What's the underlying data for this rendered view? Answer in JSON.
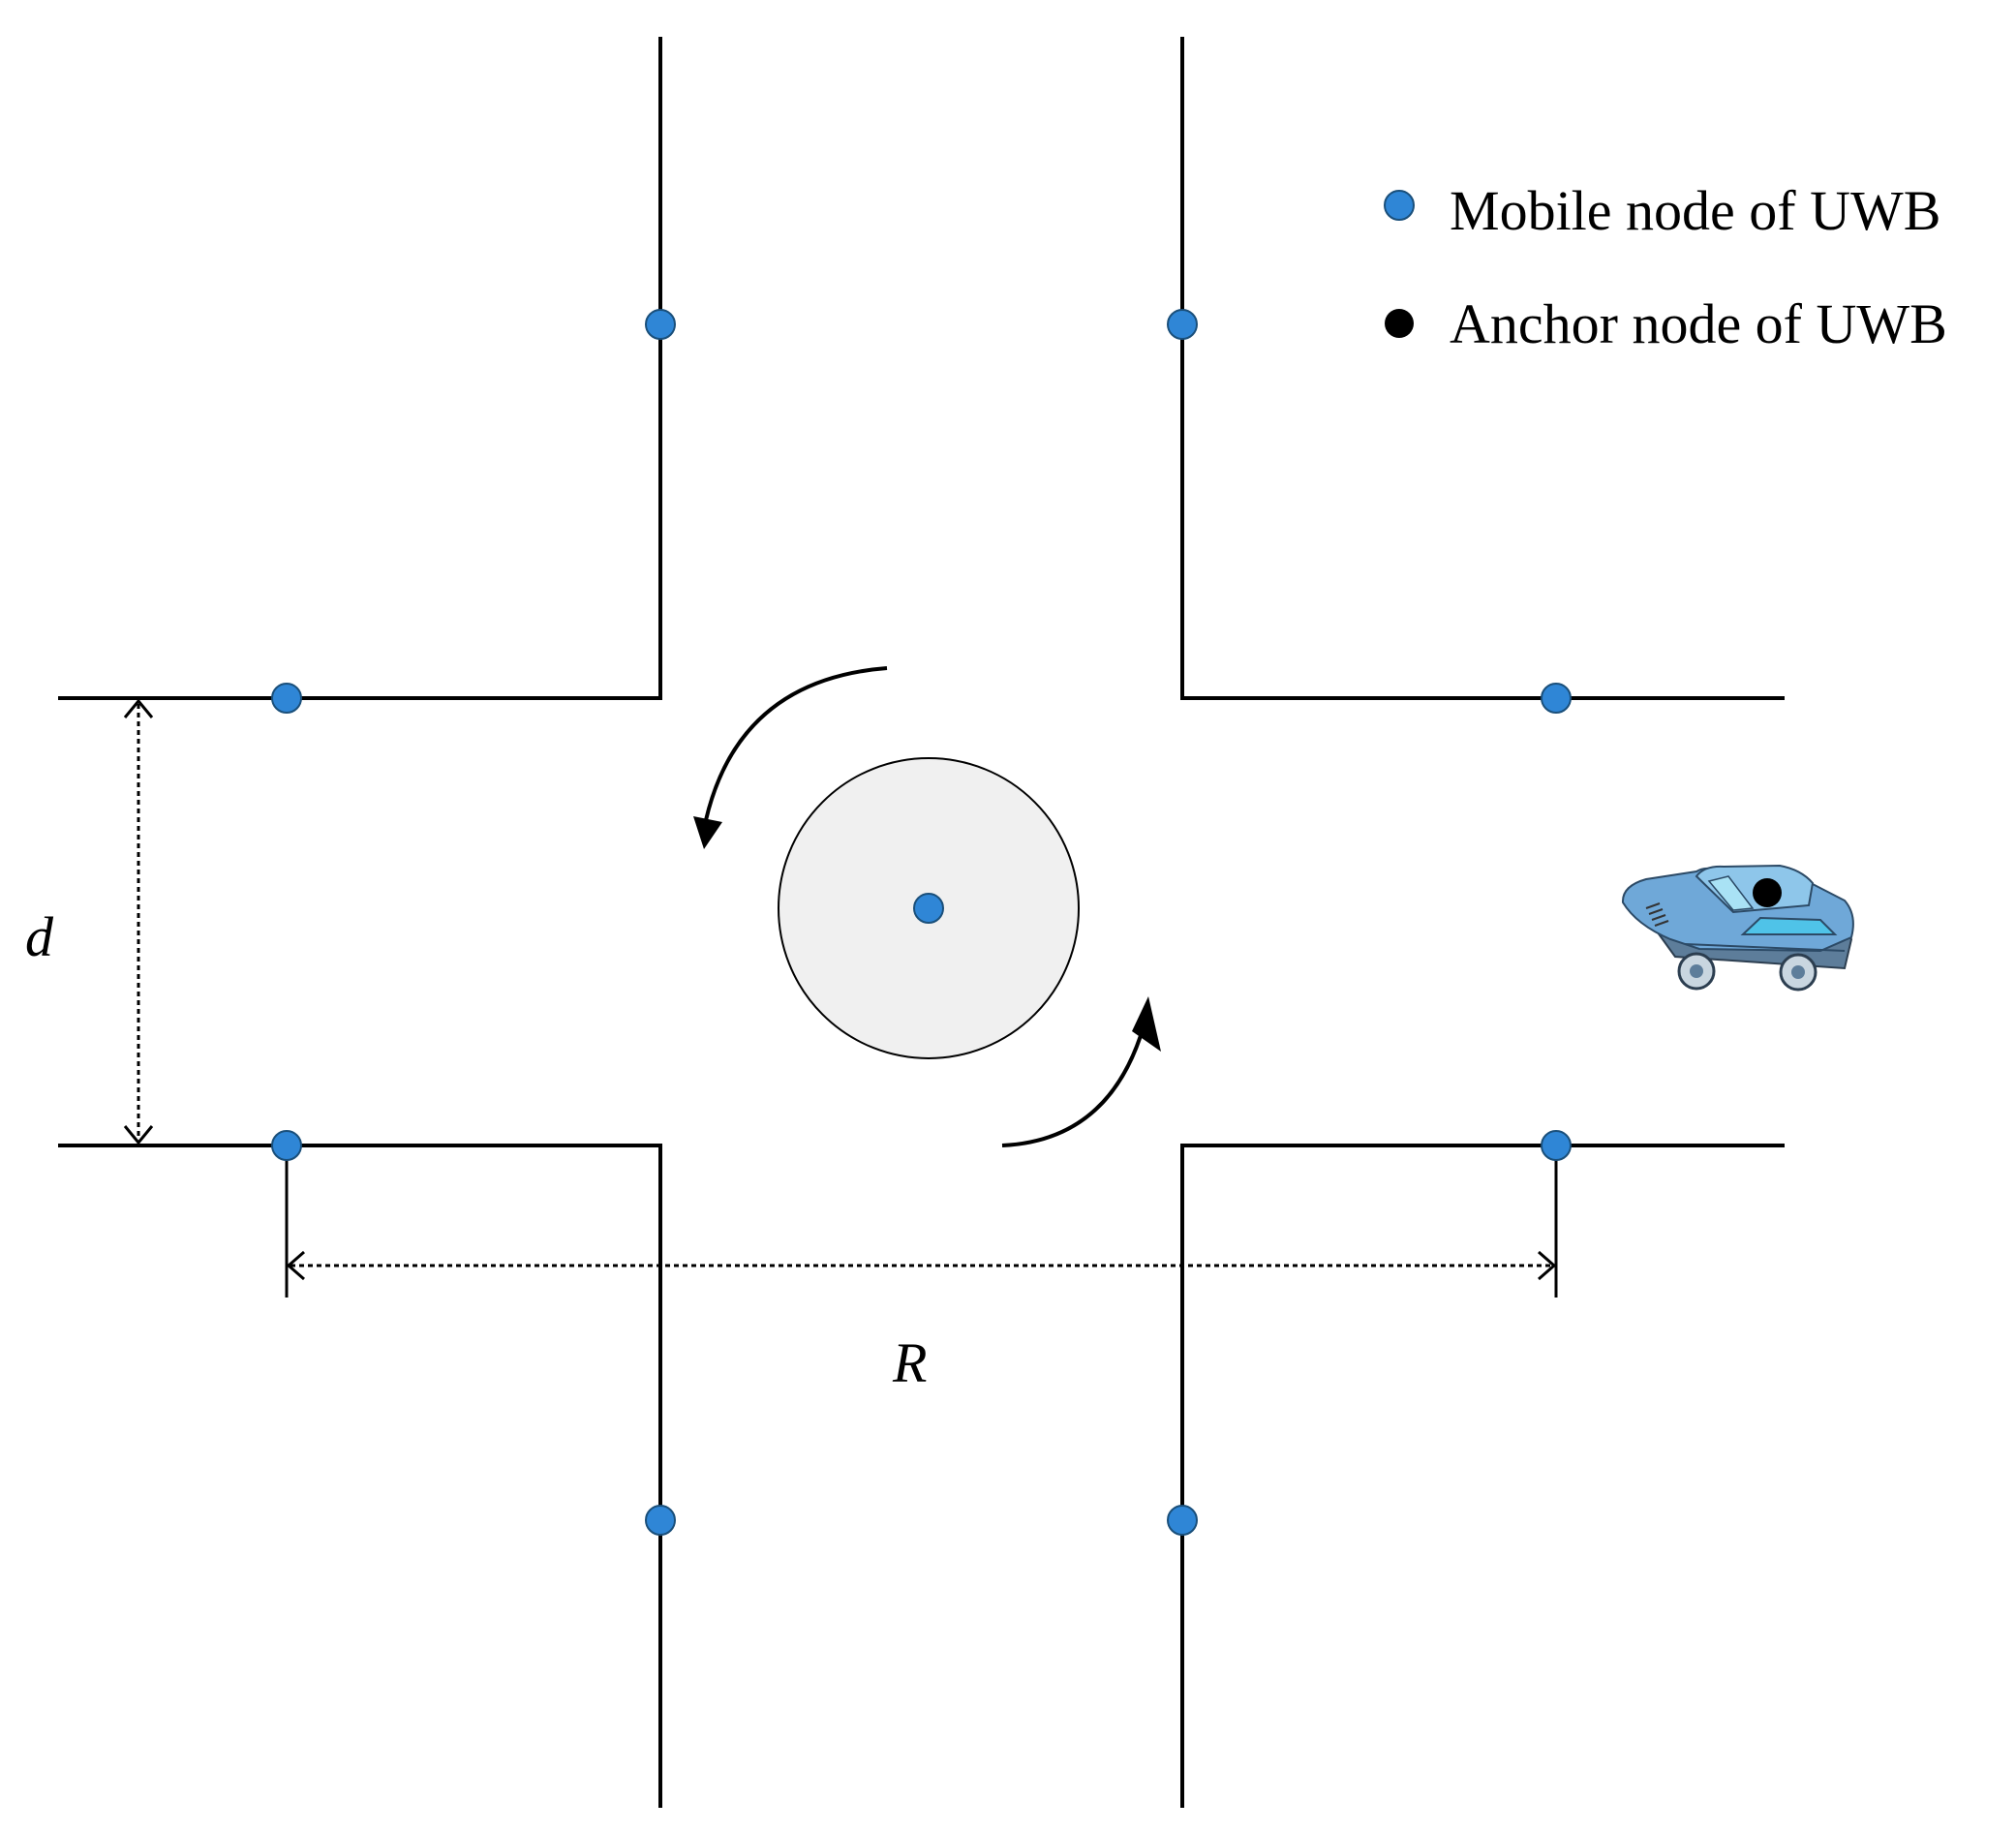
{
  "legend": {
    "items": [
      {
        "label": "Mobile node of UWB",
        "color": "#2f86d6",
        "marker": "circle"
      },
      {
        "label": "Anchor node of UWB",
        "color": "#000000",
        "marker": "circle"
      }
    ]
  },
  "dimensions": {
    "road_width_label": "d",
    "span_label": "R"
  },
  "colors": {
    "mobile_node": "#2f86d6",
    "anchor_node": "#000000",
    "roundabout_fill": "#f0f0f0",
    "road_line": "#000000",
    "vehicle_body": "#6fa8d8"
  },
  "icons": [
    "car-icon",
    "counterclockwise-arrow-icon"
  ]
}
